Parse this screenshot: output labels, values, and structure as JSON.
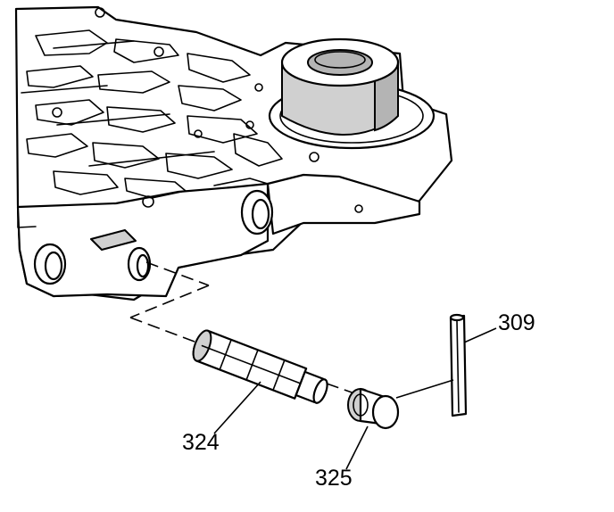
{
  "diagram": {
    "callouts": {
      "part_309": "309",
      "part_324": "324",
      "part_325": "325"
    }
  }
}
